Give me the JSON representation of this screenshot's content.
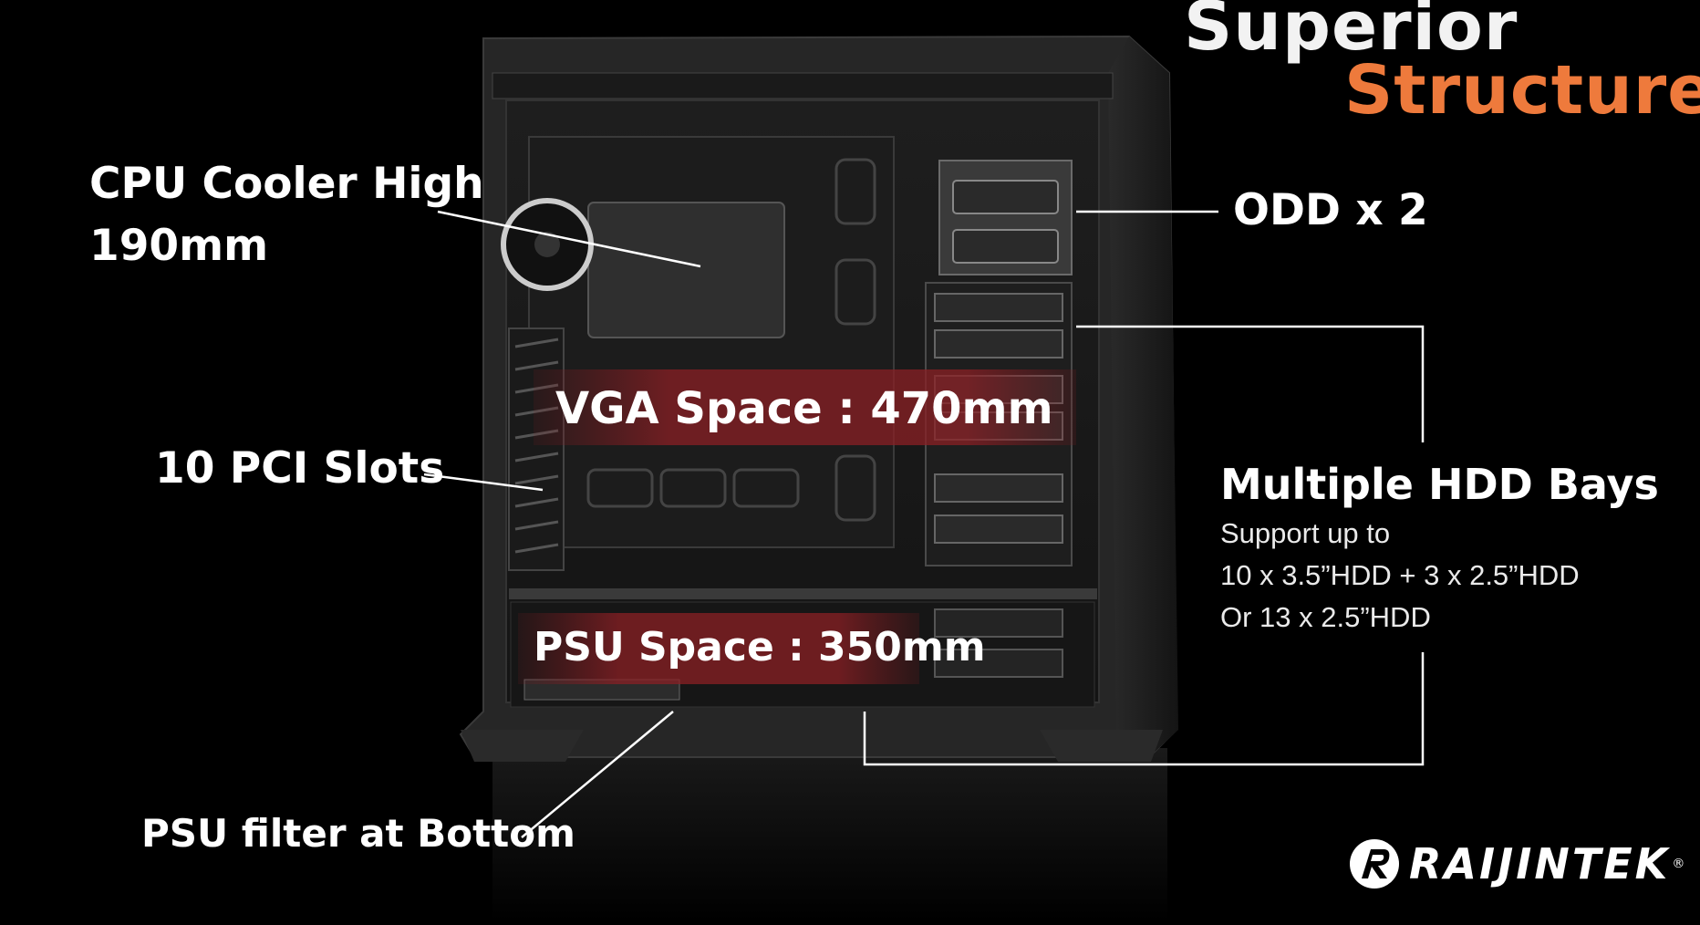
{
  "heading": {
    "line1": "Superior",
    "line2": "Structure",
    "accent_color": "#ee7a3c"
  },
  "callouts": {
    "cpu_cooler_line1": "CPU Cooler High",
    "cpu_cooler_line2": "190mm",
    "odd": "ODD x 2",
    "pci_slots": "10 PCI Slots",
    "vga_space": "VGA Space : 470mm",
    "psu_space": "PSU Space : 350mm",
    "psu_filter": "PSU filter at Bottom",
    "hdd_title": "Multiple HDD Bays",
    "hdd_line1": "Support up to",
    "hdd_line2": "10 x 3.5”HDD + 3 x 2.5”HDD",
    "hdd_line3": "Or 13 x 2.5”HDD"
  },
  "brand": {
    "name": "RAIJINTEK",
    "registered_mark": "®",
    "logo_icon": "raijintek-logo-icon"
  },
  "colors": {
    "background": "#000000",
    "highlight_band": "#8a1f24",
    "text": "#ffffff"
  }
}
